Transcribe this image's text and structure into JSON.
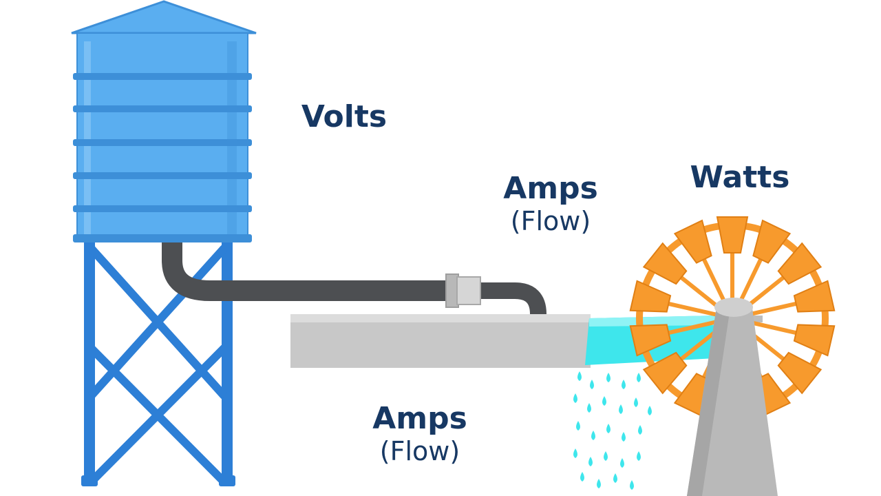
{
  "labels": {
    "volts": {
      "title": "Volts"
    },
    "amps_top": {
      "title": "Amps",
      "note": "(Flow)"
    },
    "watts": {
      "title": "Watts"
    },
    "amps_bottom": {
      "title": "Amps",
      "note": "(Flow)"
    }
  },
  "colors": {
    "tank_blue": "#5aaef0",
    "tank_dark": "#3d8fd8",
    "stand_blue": "#2d7fd6",
    "pipe_dark": "#4d4f52",
    "channel_gray": "#c8c8c8",
    "water_cyan": "#3ee6ec",
    "wheel_orange": "#f79a2d",
    "label_navy": "#173863"
  },
  "icons": {
    "tank": "water-tower-icon",
    "wheel": "water-wheel-icon",
    "drops": "water-drops-icon"
  }
}
